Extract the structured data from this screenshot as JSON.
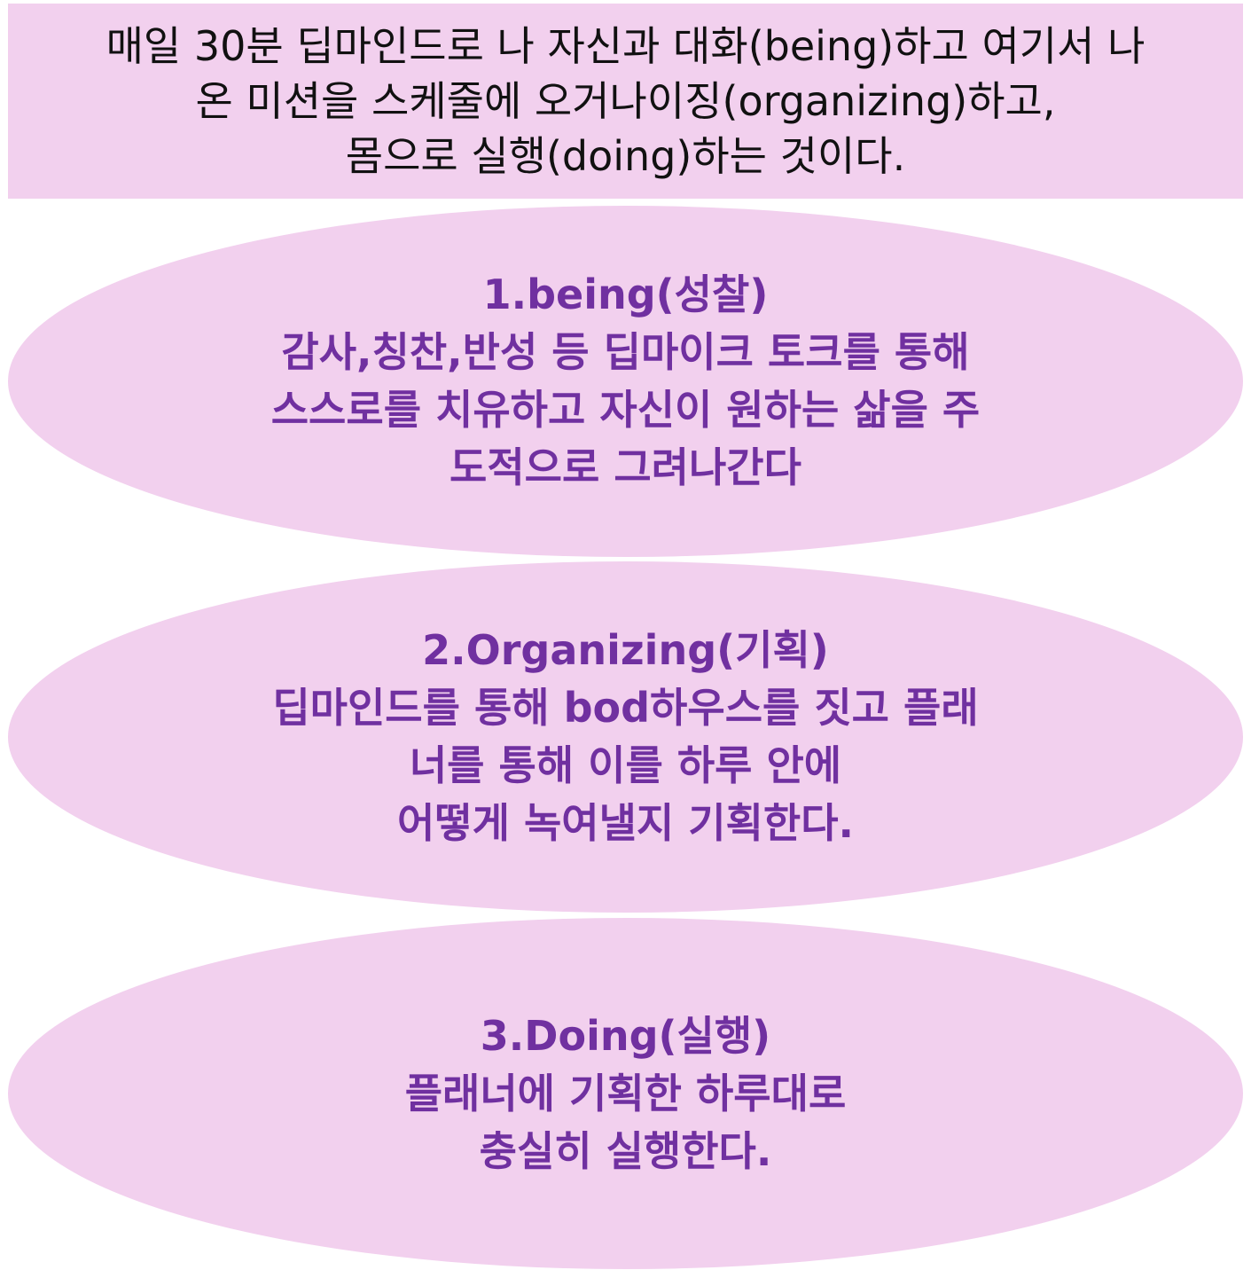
{
  "header": {
    "lines": [
      "매일 30분 딥마인드로 나 자신과 대화(being)하고 여기서 나",
      "온 미션을 스케줄에 오거나이징(organizing)하고,",
      "몸으로 실행(doing)하는 것이다."
    ]
  },
  "steps": [
    {
      "title": "1.being(성찰)",
      "lines": [
        "감사,칭찬,반성 등 딥마이크 토크를 통해",
        "스스로를 치유하고 자신이 원하는 삶을 주",
        "도적으로 그려나간다"
      ]
    },
    {
      "title": "2.Organizing(기획)",
      "lines": [
        "딥마인드를 통해 bod하우스를 짓고 플래",
        "너를 통해 이를 하루 안에",
        "어떻게 녹여낼지 기획한다."
      ]
    },
    {
      "title": "3.Doing(실행)",
      "lines": [
        "플래너에 기획한 하루대로",
        "충실히 실행한다."
      ]
    }
  ],
  "colors": {
    "fill": "#f2d0ee",
    "accent": "#7030a0"
  }
}
